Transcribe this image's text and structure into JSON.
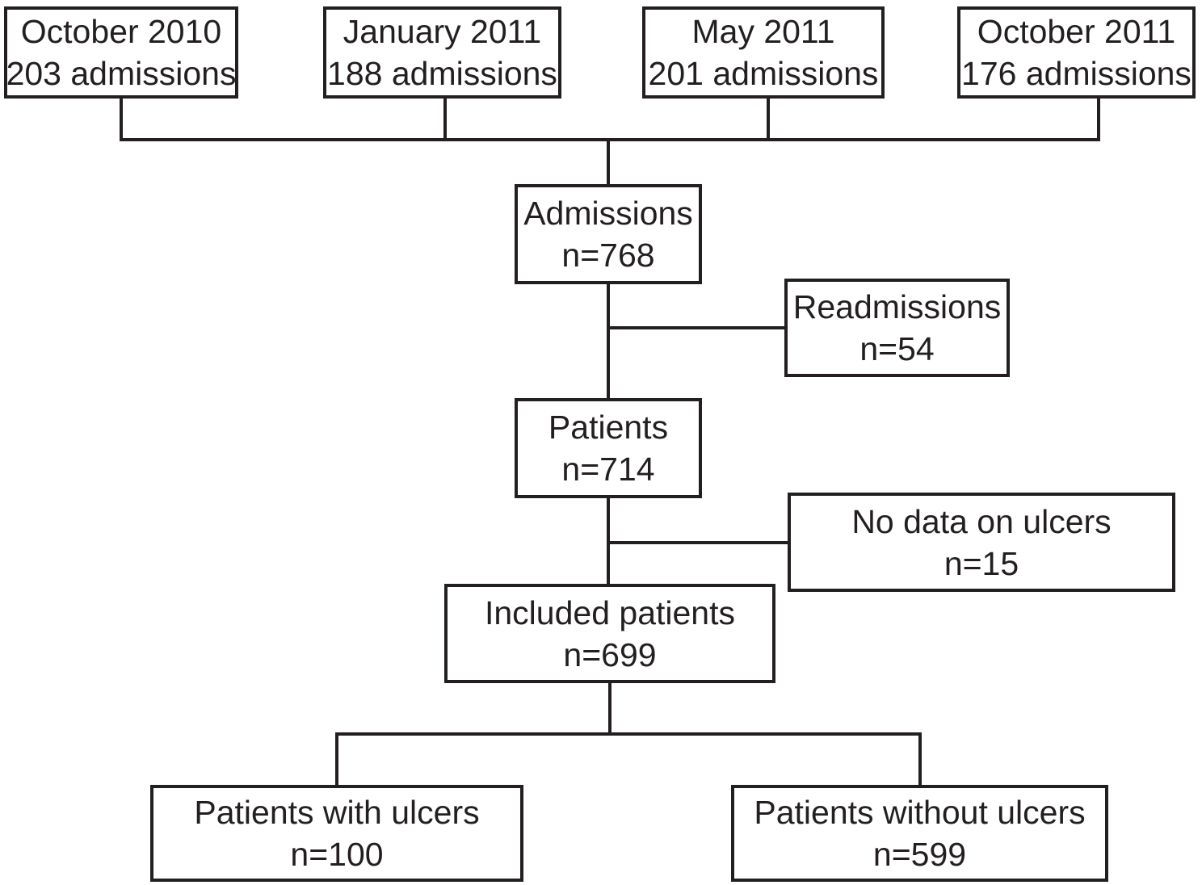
{
  "colors": {
    "ink": "#231f20",
    "background": "#ffffff"
  },
  "flowchart": {
    "cohorts": [
      {
        "period": "October 2010",
        "admissions": "203 admissions"
      },
      {
        "period": "January 2011",
        "admissions": "188 admissions"
      },
      {
        "period": "May 2011",
        "admissions": "201 admissions"
      },
      {
        "period": "October 2011",
        "admissions": "176 admissions"
      }
    ],
    "nodes": {
      "admissions": {
        "label": "Admissions",
        "count": "n=768"
      },
      "readmissions": {
        "label": "Readmissions",
        "count": "n=54"
      },
      "patients": {
        "label": "Patients",
        "count": "n=714"
      },
      "no_data_on_ulcers": {
        "label": "No data on ulcers",
        "count": "n=15"
      },
      "included_patients": {
        "label": "Included patients",
        "count": "n=699"
      },
      "patients_with_ulcers": {
        "label": "Patients with ulcers",
        "count": "n=100"
      },
      "patients_without_ulcers": {
        "label": "Patients without ulcers",
        "count": "n=599"
      }
    }
  }
}
